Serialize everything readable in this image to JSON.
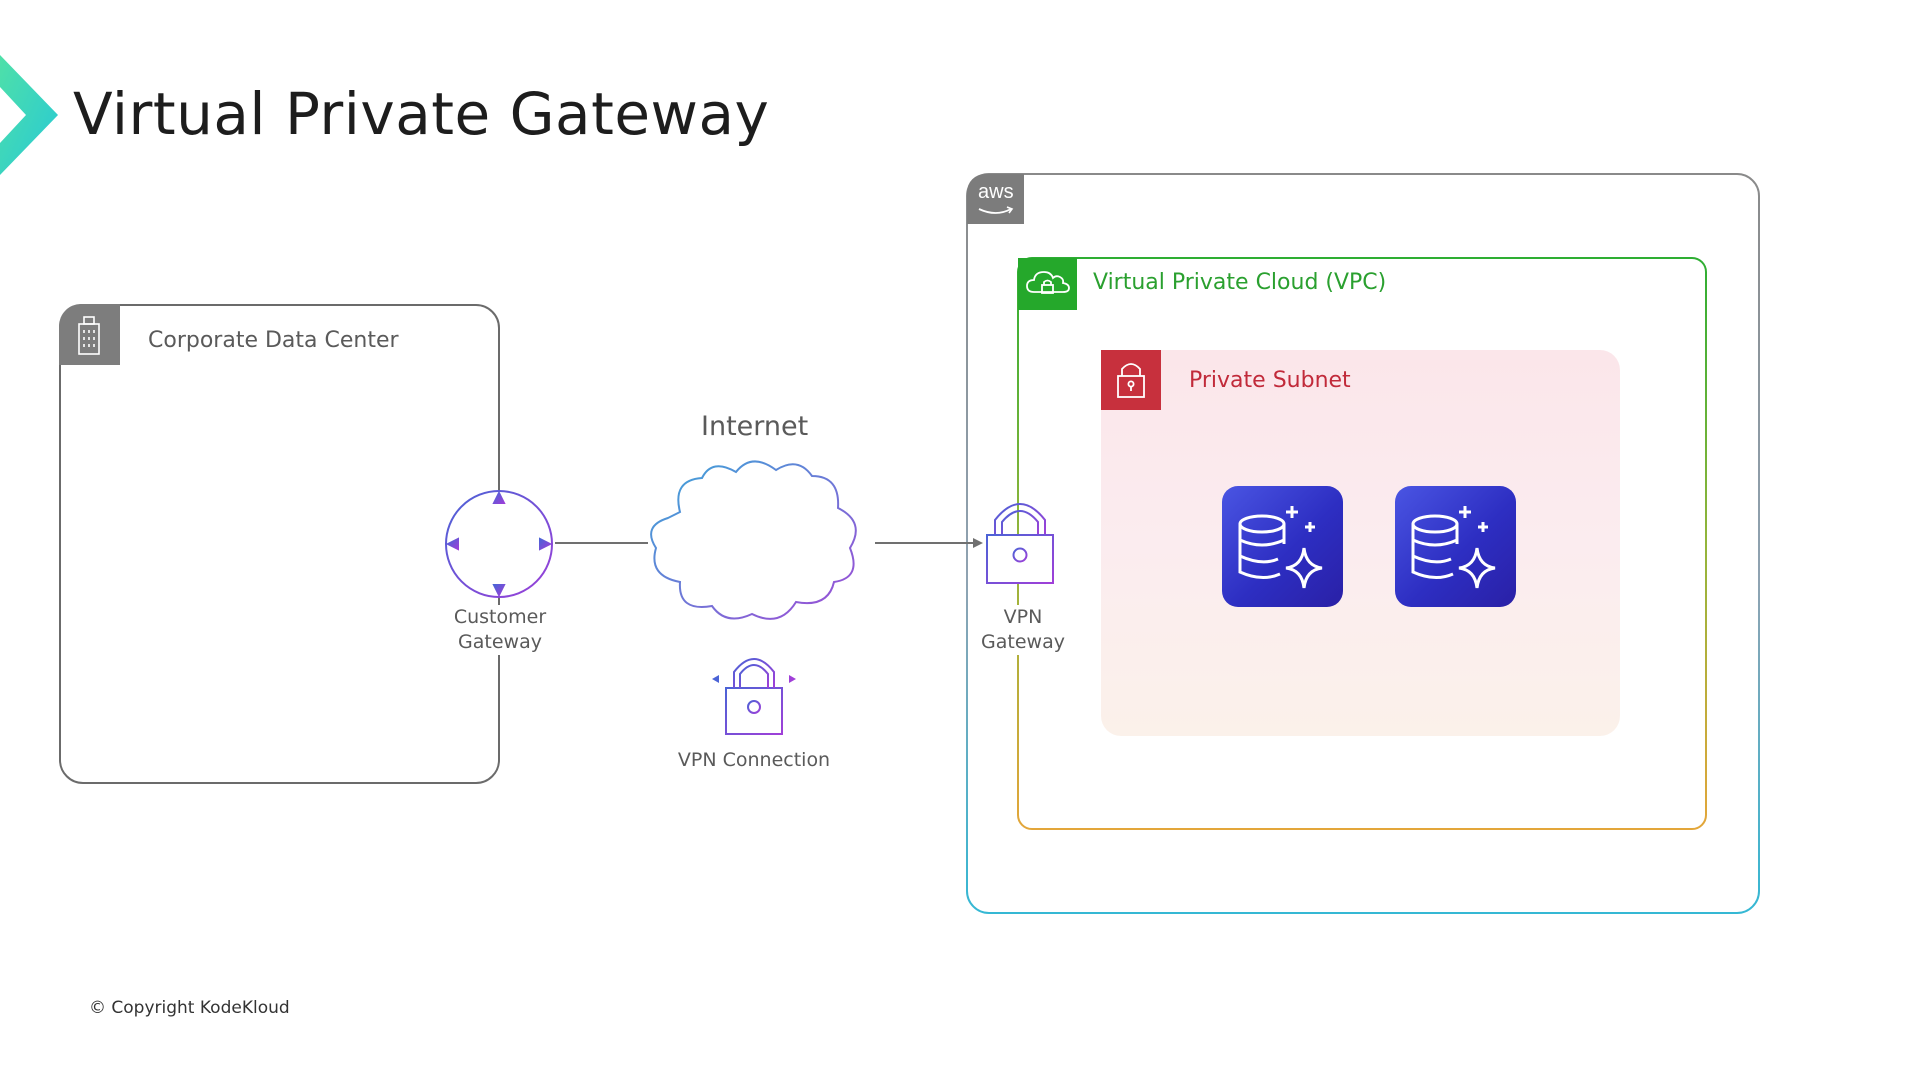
{
  "slide": {
    "title": "Virtual Private Gateway",
    "copyright": "© Copyright KodeKloud"
  },
  "diagram": {
    "corporate": {
      "label": "Corporate Data Center",
      "icon": "building-icon"
    },
    "customer_gateway": {
      "line1": "Customer",
      "line2": "Gateway",
      "icon": "customer-gateway-icon"
    },
    "internet": {
      "label": "Internet",
      "icon": "cloud-icon"
    },
    "vpn_connection": {
      "label": "VPN Connection",
      "icon": "vpn-connection-icon"
    },
    "aws": {
      "tag": "aws"
    },
    "vpc": {
      "label": "Virtual Private Cloud (VPC)",
      "icon": "vpc-cloud-lock-icon"
    },
    "vpn_gateway": {
      "line1": "VPN",
      "line2": "Gateway",
      "icon": "vpn-gateway-lock-icon"
    },
    "private_subnet": {
      "label": "Private Subnet",
      "icon": "padlock-icon",
      "resources": [
        "database-icon",
        "database-icon"
      ]
    }
  },
  "colors": {
    "accent_teal": "#2fd3c4",
    "vpc_green": "#25a82b",
    "subnet_red": "#c7303d",
    "aws_gray": "#7c7c7c",
    "db_indigo": "#3a3fd6",
    "connector_purple": "#9b4fd8"
  }
}
